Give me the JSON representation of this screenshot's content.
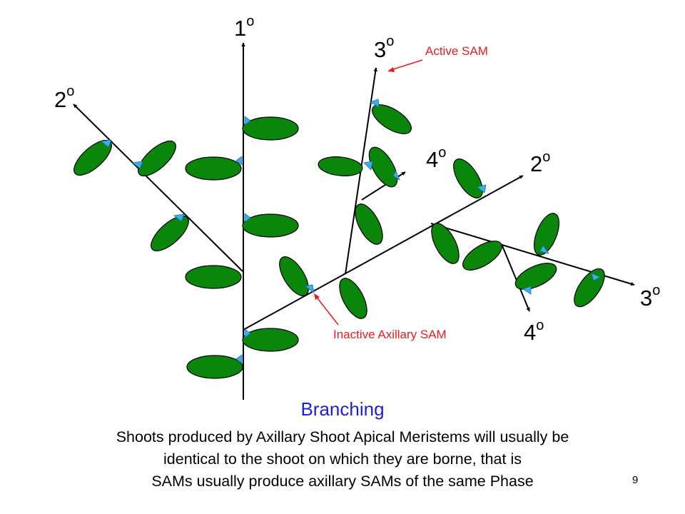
{
  "colors": {
    "leaf_fill": "#0a870a",
    "leaf_stroke": "#000000",
    "meristem_fill": "#3ab0ea",
    "stem": "#000000",
    "callout": "#e81c1c",
    "title": "#1f1fd6"
  },
  "labels": {
    "primary": {
      "number": "1",
      "suffix": "o"
    },
    "secondary_left": {
      "number": "2",
      "suffix": "o"
    },
    "tertiary_top": {
      "number": "3",
      "suffix": "o"
    },
    "quaternary_mid": {
      "number": "4",
      "suffix": "o"
    },
    "secondary_right": {
      "number": "2",
      "suffix": "o"
    },
    "tertiary_right": {
      "number": "3",
      "suffix": "o"
    },
    "quaternary_low": {
      "number": "4",
      "suffix": "o"
    }
  },
  "callouts": {
    "active": "Active SAM",
    "inactive": "Inactive Axillary SAM"
  },
  "title": "Branching",
  "caption": {
    "line1": "Shoots produced by Axillary Shoot Apical Meristems will usually be",
    "line2": "identical to the shoot on which they are borne, that is",
    "line3": "SAMs usually produce axillary SAMs of the same Phase"
  },
  "page_number": "9"
}
